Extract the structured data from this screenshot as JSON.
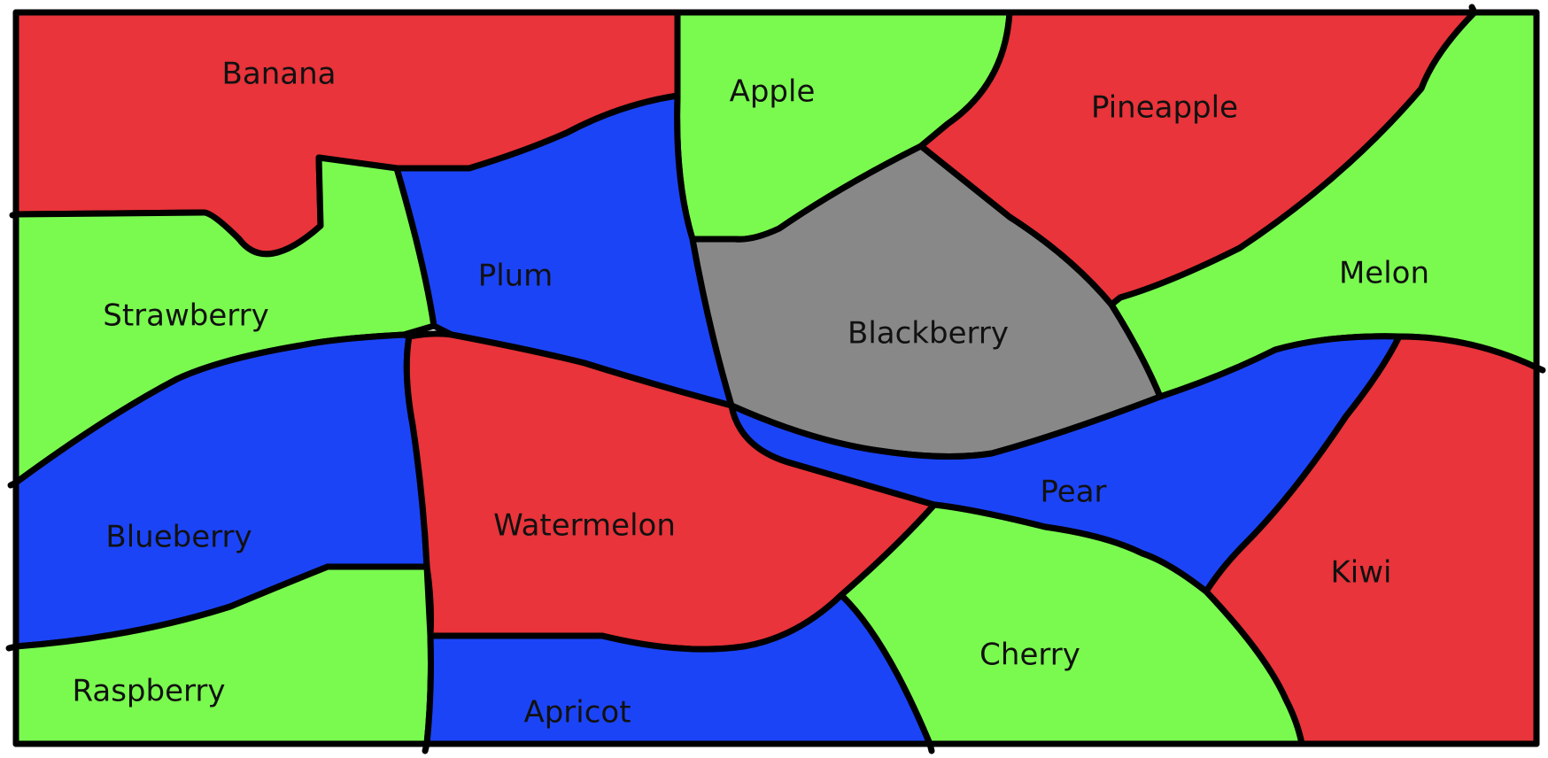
{
  "colors": {
    "red": "#e8343a",
    "green": "#7afa4f",
    "blue": "#1c44f7",
    "gray": "#888888",
    "outline": "#000000",
    "text": "#111111"
  },
  "regions": {
    "banana": {
      "label": "Banana",
      "color": "red"
    },
    "apple": {
      "label": "Apple",
      "color": "green"
    },
    "pineapple": {
      "label": "Pineapple",
      "color": "red"
    },
    "melon": {
      "label": "Melon",
      "color": "green"
    },
    "strawberry": {
      "label": "Strawberry",
      "color": "green"
    },
    "plum": {
      "label": "Plum",
      "color": "blue"
    },
    "blackberry": {
      "label": "Blackberry",
      "color": "gray"
    },
    "blueberry": {
      "label": "Blueberry",
      "color": "blue"
    },
    "watermelon": {
      "label": "Watermelon",
      "color": "red"
    },
    "pear": {
      "label": "Pear",
      "color": "blue"
    },
    "kiwi": {
      "label": "Kiwi",
      "color": "red"
    },
    "raspberry": {
      "label": "Raspberry",
      "color": "green"
    },
    "apricot": {
      "label": "Apricot",
      "color": "blue"
    },
    "cherry": {
      "label": "Cherry",
      "color": "green"
    }
  }
}
